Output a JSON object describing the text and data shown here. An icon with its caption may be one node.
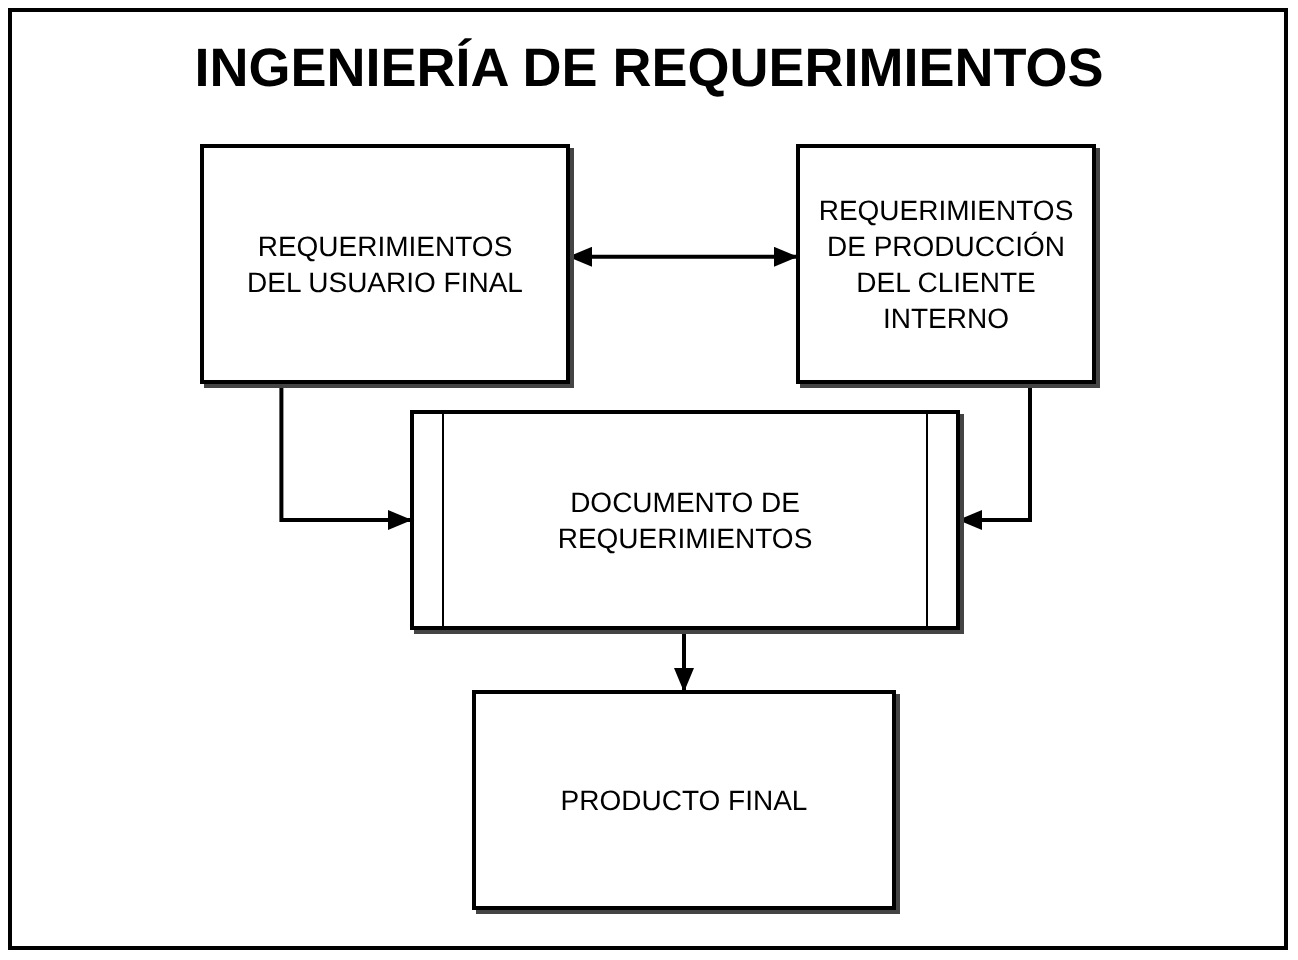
{
  "diagram": {
    "title": "INGENIERÍA DE REQUERIMIENTOS",
    "nodes": [
      {
        "text": [
          "REQUERIMIENTOS DEL USUARIO FINAL"
        ]
      },
      {
        "text": [
          "REQUERIMIENTOS DE PRODUCCIÓN DEL CLIENTE INTERNO"
        ]
      },
      {
        "text": [
          "DOCUMENTO DE REQUERIMIENTOS"
        ]
      },
      {
        "text": [
          "PRODUCTO FINAL"
        ]
      }
    ],
    "edges": [
      {
        "from": 0,
        "to": 1,
        "arrow": "both"
      },
      {
        "from": 0,
        "to": 2,
        "arrow": "to"
      },
      {
        "from": 1,
        "to": 2,
        "arrow": "to"
      },
      {
        "from": 2,
        "to": 3,
        "arrow": "to"
      }
    ]
  }
}
